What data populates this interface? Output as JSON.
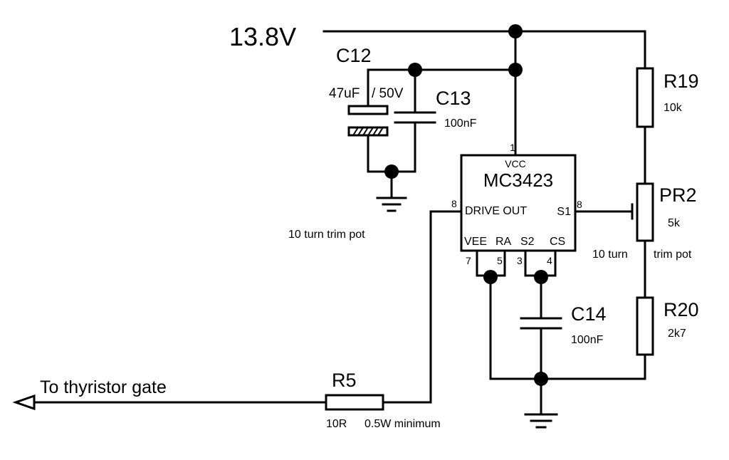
{
  "supply": {
    "label": "13.8V"
  },
  "ic": {
    "name": "MC3423",
    "pins": {
      "vcc": "VCC",
      "drive_out": "DRIVE OUT",
      "s1": "S1",
      "vee": "VEE",
      "ra": "RA",
      "s2": "S2",
      "cs": "CS"
    },
    "pin_numbers": {
      "vcc": "1",
      "drive_out": "8",
      "s1": "8",
      "vee": "7",
      "ra": "5",
      "s2": "3",
      "cs": "4"
    }
  },
  "components": {
    "c12": {
      "ref": "C12",
      "value": "47uF",
      "rating": "/ 50V"
    },
    "c13": {
      "ref": "C13",
      "value": "100nF"
    },
    "c14": {
      "ref": "C14",
      "value": "100nF"
    },
    "r19": {
      "ref": "R19",
      "value": "10k"
    },
    "pr2": {
      "ref": "PR2",
      "value": "5k",
      "note_a": "10 turn",
      "note_b": "trim pot"
    },
    "r20": {
      "ref": "R20",
      "value": "2k7"
    },
    "r5": {
      "ref": "R5",
      "value": "10R",
      "rating": "0.5W minimum"
    }
  },
  "notes": {
    "left_trim_pot": "10 turn trim pot"
  },
  "output": {
    "label": "To  thyristor gate"
  }
}
